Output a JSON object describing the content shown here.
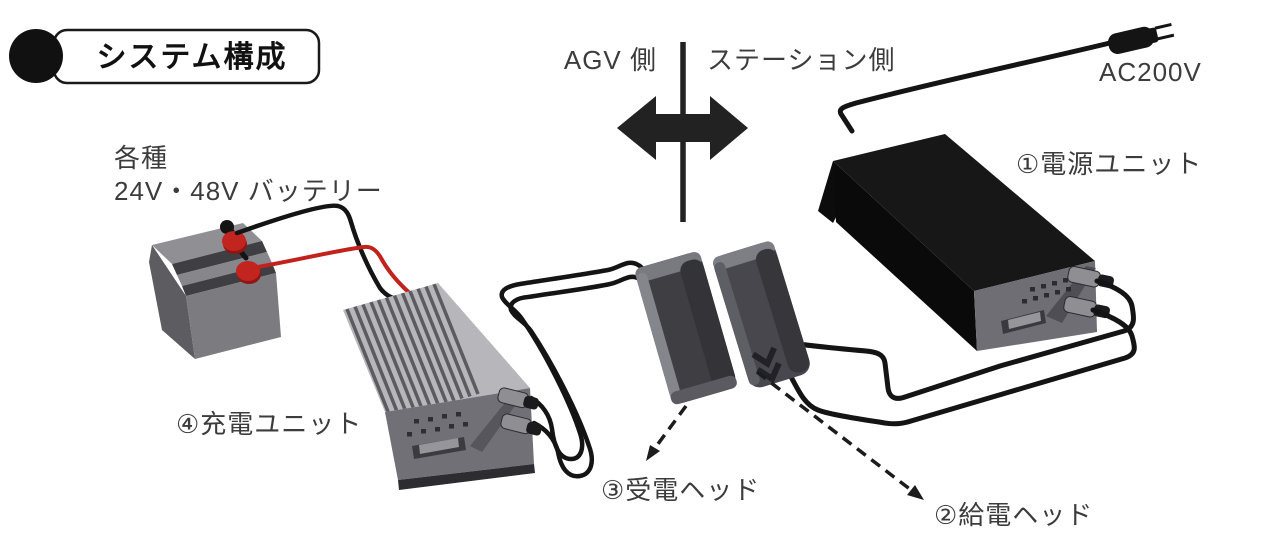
{
  "title": {
    "badge_label": "システム構成"
  },
  "divider": {
    "left_label": "AGV 側",
    "right_label": "ステーション側"
  },
  "station_side": {
    "ac_source_label": "AC200V",
    "power_unit_label": "①電源ユニット",
    "feed_head_label": "②給電ヘッド"
  },
  "agv_side": {
    "battery_caption_line1": "各種",
    "battery_caption_line2": "24V・48V バッテリー",
    "charge_unit_label": "④充電ユニット",
    "receive_head_label": "③受電ヘッド"
  },
  "icons": {
    "badge_dot": "black-circle",
    "direction_arrow": "double-headed-arrow",
    "plug": "ac-plug",
    "callout_arrows": "dashed-arrow"
  },
  "colors": {
    "ink": "#1c1c1c",
    "label_text": "#3c3c3c",
    "wire_black": "#141414",
    "wire_red": "#c2221c",
    "device_black": "#171717",
    "panel_gray": "#6e6e74",
    "heatsink_gray": "#b7b7bb",
    "head_gray": "#3f3f44",
    "battery_gray": "#7b7b80",
    "terminal_red": "#c22420"
  }
}
